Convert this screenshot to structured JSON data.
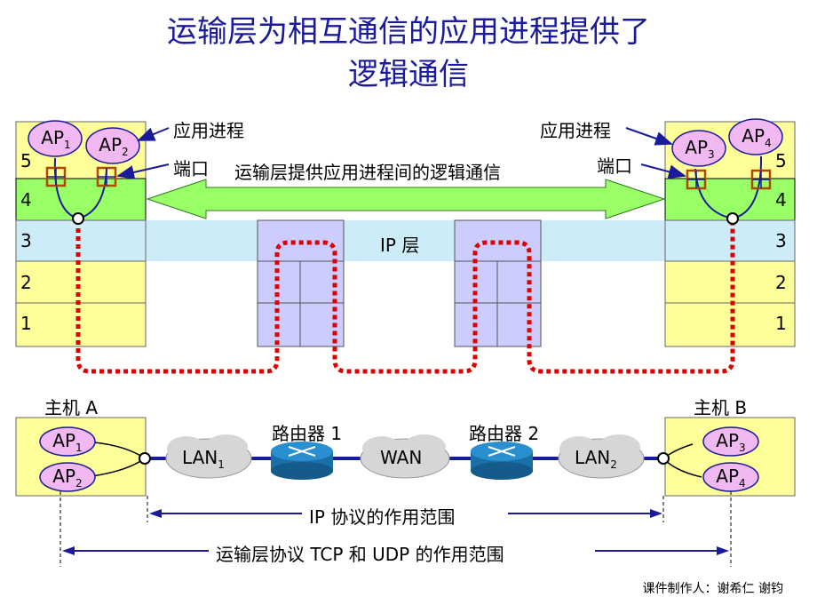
{
  "title_line1": "运输层为相互通信的应用进程提供了",
  "title_line2": "逻辑通信",
  "app_process_label": "应用进程",
  "port_label": "端口",
  "logical_comm_label": "运输层提供应用进程间的逻辑通信",
  "ip_layer_label": "IP 层",
  "layer_numbers": [
    "5",
    "4",
    "3",
    "2",
    "1"
  ],
  "host_a_label": "主机 A",
  "host_b_label": "主机 B",
  "router1_label": "路由器 1",
  "router2_label": "路由器 2",
  "ap_prefix": "AP",
  "ap_subs": [
    "1",
    "2",
    "3",
    "4"
  ],
  "lan_prefix": "LAN",
  "lan_subs": [
    "1",
    "2"
  ],
  "wan_label": "WAN",
  "ip_scope_label": "IP 协议的作用范围",
  "transport_scope_label": "运输层协议 TCP 和 UDP 的作用范围",
  "footer_credit": "课件制作人：谢希仁  谢钧",
  "colors": {
    "title": "#1a1a9c",
    "host_fill": "#ffff99",
    "layer4_fill": "#99ff66",
    "ip_band": "#ccecf7",
    "router_fill": "#ccccff",
    "ap_fill": "#f2b8f2",
    "dotted_path": "#dd0000",
    "port_box": "#b04a00",
    "arrow_green": "#99ff66"
  }
}
